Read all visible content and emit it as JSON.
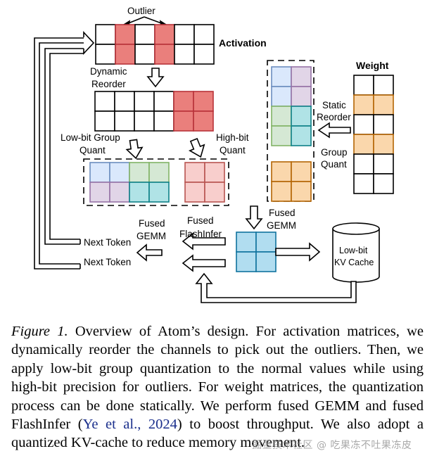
{
  "diagram": {
    "labels": {
      "outlier": "Outlier",
      "activation": "Activation",
      "dynamic_reorder_1": "Dynamic",
      "dynamic_reorder_2": "Reorder",
      "low_bit_group_quant_1": "Low-bit Group",
      "low_bit_group_quant_2": "Quant",
      "high_bit_quant_1": "High-bit",
      "high_bit_quant_2": "Quant",
      "weight": "Weight",
      "static_reorder_1": "Static",
      "static_reorder_2": "Reorder",
      "group_quant_1": "Group",
      "group_quant_2": "Quant",
      "fused_gemm_right_1": "Fused",
      "fused_gemm_right_2": "GEMM",
      "fused_gemm_left_1": "Fused",
      "fused_gemm_left_2": "GEMM",
      "fused_flashinfer_1": "Fused",
      "fused_flashinfer_2": "FlashInfer",
      "next_token_1": "Next Token",
      "next_token_2": "Next Token",
      "kv_cache_1": "Low-bit",
      "kv_cache_2": "KV Cache"
    },
    "colors": {
      "outlier_fill": "#ea7f7c",
      "outlier_stroke": "#b8323a",
      "high_bit_fill": "#f8cecc",
      "high_bit_stroke": "#b85450",
      "blue_fill": "#dae8fc",
      "blue_stroke": "#6c8ebf",
      "purple_fill": "#e1d5e7",
      "purple_stroke": "#9673a6",
      "green_fill": "#d5e8d4",
      "green_stroke": "#82b366",
      "teal_fill": "#b0e3e6",
      "teal_stroke": "#0e8088",
      "orange_fill": "#fad7ac",
      "orange_stroke": "#b46504",
      "output_fill": "#b1ddf0",
      "output_stroke": "#10739e",
      "citation": "#1a2f8c"
    }
  },
  "caption": {
    "figure_label": "Figure 1.",
    "text_before_cite": " Overview of Atom’s design. For activation matrices, we dynamically reorder the channels to pick out the outliers. Then, we apply low-bit group quantization to the normal values while using high-bit precision for outliers.  For weight matrices, the quantization process can be done statically.  We perform fused GEMM and fused FlashInfer (",
    "citation": "Ye et al., 2024",
    "text_after_cite": ") to boost throughput. We also adopt a quantized KV-cache to reduce memory movement."
  },
  "watermark": "掘金技术社区 @ 吃果冻不吐果冻皮"
}
